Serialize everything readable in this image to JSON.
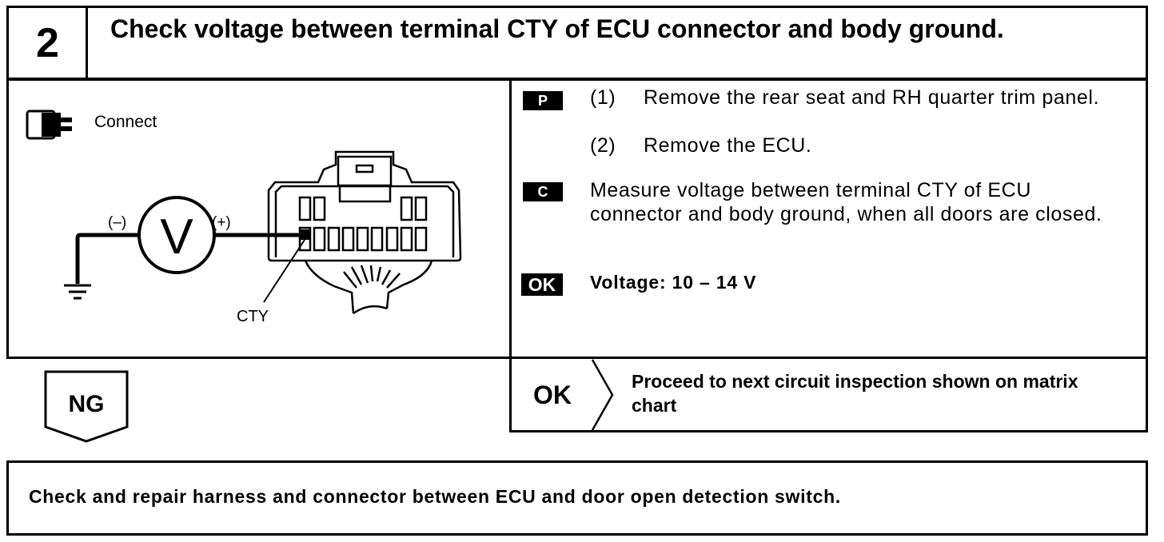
{
  "header": {
    "step_number": "2",
    "title": "Check voltage between terminal CTY of ECU connector and body ground."
  },
  "diagram": {
    "connect_label": "Connect",
    "minus_label": "(–)",
    "plus_label": "(+)",
    "meter_label": "V",
    "terminal_label": "CTY",
    "icons": [
      "connector-icon",
      "voltmeter-icon",
      "ground-icon",
      "ecu-connector-icon"
    ]
  },
  "instructions": {
    "p_badge": "P",
    "step1_num": "(1)",
    "step1_text": "Remove the rear seat and RH quarter trim panel.",
    "step2_num": "(2)",
    "step2_text": "Remove the ECU.",
    "c_badge": "C",
    "c_text": "Measure voltage between terminal CTY of ECU connector and body ground, when all doors are closed.",
    "ok_badge": "OK",
    "ok_text": "Voltage:   10 – 14 V"
  },
  "result_ok": {
    "label": "OK",
    "text": "Proceed to next circuit inspection shown on matrix chart"
  },
  "result_ng": {
    "label": "NG"
  },
  "action": {
    "text": "Check and repair harness and connector between ECU and door open detection switch."
  }
}
